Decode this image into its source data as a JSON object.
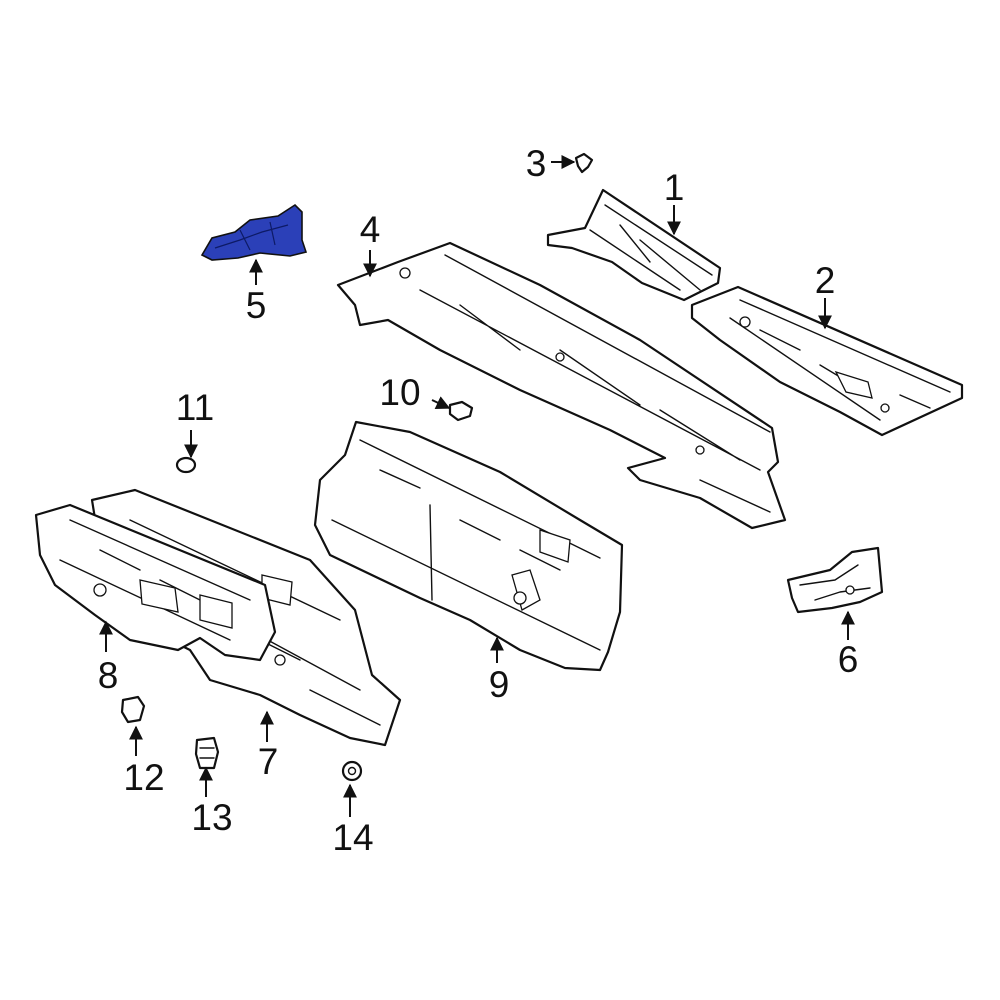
{
  "diagram": {
    "highlight_color": "#2b40b8",
    "line_color": "#111111",
    "background": "#ffffff",
    "highlighted_callout": "5",
    "callouts": [
      {
        "id": "1",
        "label": "1"
      },
      {
        "id": "2",
        "label": "2"
      },
      {
        "id": "3",
        "label": "3"
      },
      {
        "id": "4",
        "label": "4"
      },
      {
        "id": "5",
        "label": "5"
      },
      {
        "id": "6",
        "label": "6"
      },
      {
        "id": "7",
        "label": "7"
      },
      {
        "id": "8",
        "label": "8"
      },
      {
        "id": "9",
        "label": "9"
      },
      {
        "id": "10",
        "label": "10"
      },
      {
        "id": "11",
        "label": "11"
      },
      {
        "id": "12",
        "label": "12"
      },
      {
        "id": "13",
        "label": "13"
      },
      {
        "id": "14",
        "label": "14"
      }
    ]
  }
}
